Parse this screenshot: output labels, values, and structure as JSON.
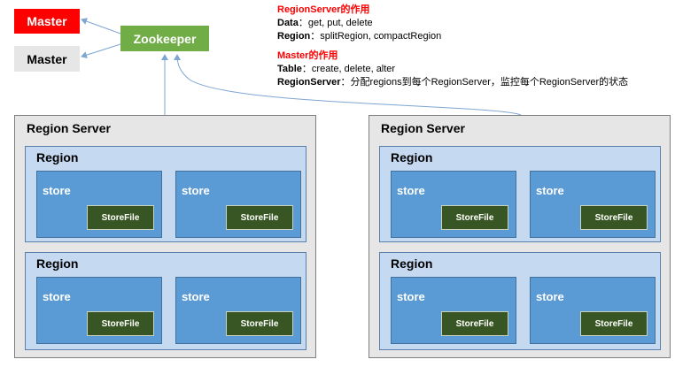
{
  "masters": {
    "active": "Master",
    "standby": "Master"
  },
  "zookeeper": "Zookeeper",
  "notes": {
    "region_server": {
      "heading": "RegionServer的作用",
      "lines": [
        {
          "key": "Data",
          "text": "：get, put, delete"
        },
        {
          "key": "Region",
          "text": "：splitRegion, compactRegion"
        }
      ]
    },
    "master": {
      "heading": "Master的作用",
      "lines": [
        {
          "key": "Table",
          "text": "：create, delete, alter"
        },
        {
          "key": "RegionServer",
          "text": "：分配regions到每个RegionServer，监控每个RegionServer的状态"
        }
      ]
    }
  },
  "region_servers": [
    {
      "title": "Region Server",
      "regions": [
        {
          "title": "Region",
          "stores": [
            {
              "title": "store",
              "storefile": "StoreFile"
            },
            {
              "title": "store",
              "storefile": "StoreFile"
            }
          ]
        },
        {
          "title": "Region",
          "stores": [
            {
              "title": "store",
              "storefile": "StoreFile"
            },
            {
              "title": "store",
              "storefile": "StoreFile"
            }
          ]
        }
      ]
    },
    {
      "title": "Region Server",
      "regions": [
        {
          "title": "Region",
          "stores": [
            {
              "title": "store",
              "storefile": "StoreFile"
            },
            {
              "title": "store",
              "storefile": "StoreFile"
            }
          ]
        },
        {
          "title": "Region",
          "stores": [
            {
              "title": "store",
              "storefile": "StoreFile"
            },
            {
              "title": "store",
              "storefile": "StoreFile"
            }
          ]
        }
      ]
    }
  ],
  "colors": {
    "master_active": "#ff0000",
    "zookeeper": "#70ad47",
    "store": "#5b9bd5",
    "storefile": "#375623",
    "region": "#c5d9f1",
    "region_server": "#e7e6e6",
    "arrow": "#7ea6d3"
  }
}
